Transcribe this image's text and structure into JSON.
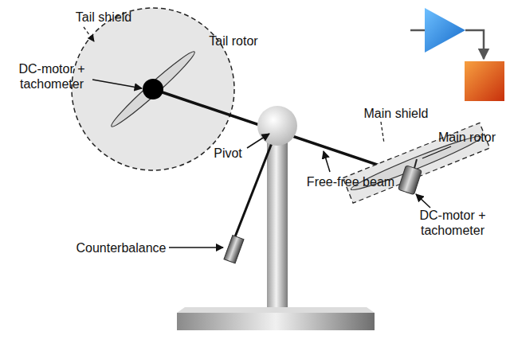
{
  "diagram": {
    "labels": [
      "Tail shield",
      "Tail rotor",
      "DC-motor + tachometer",
      "Pivot",
      "Free-free beam",
      "Main shield",
      "Main rotor",
      "DC-motor + tachometer",
      "Counterbalance"
    ]
  }
}
